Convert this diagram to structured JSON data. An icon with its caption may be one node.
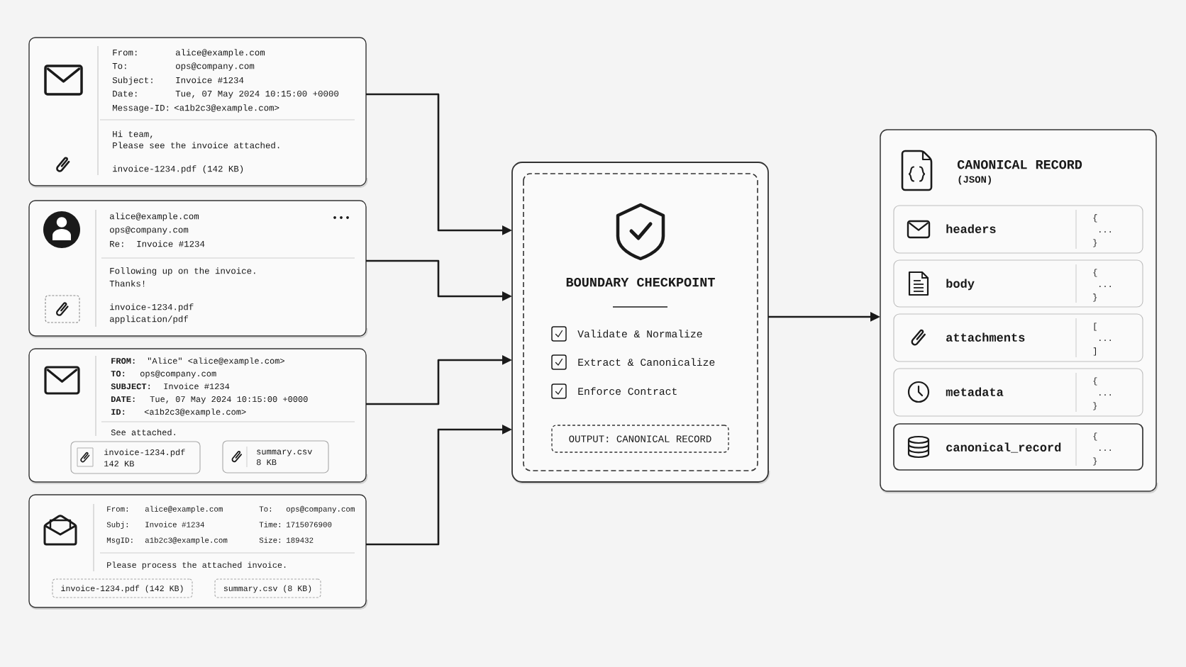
{
  "diagram": {
    "nodes": [
      {
        "text": [
          "From:",
          "alice@example.com",
          "To:",
          "ops@company.com",
          "Subject:",
          "Invoice #1234",
          "Date:",
          "Tue, 07 May 2024 10:15:00 +0000",
          "Message-ID:",
          "<a1b2c3@example.com>",
          "Hi team,",
          "Please see the invoice attached.",
          "invoice-1234.pdf (142 KB)"
        ]
      },
      {
        "text": [
          "alice@example.com",
          "ops@company.com",
          "Re:",
          "Invoice #1234",
          "Following up on the invoice.",
          "Thanks!",
          "invoice-1234.pdf",
          "application/pdf"
        ]
      },
      {
        "text": [
          "FROM:",
          "\"Alice\" <alice@example.com>",
          "TO:",
          "ops@company.com",
          "SUBJECT:",
          "Invoice #1234",
          "DATE:",
          "Tue, 07 May 2024 10:15:00 +0000",
          "ID:",
          "<a1b2c3@example.com>",
          "See attached."
        ]
      },
      {
        "text": [
          "invoice-1234.pdf",
          "142 KB"
        ],
        "in": 2
      },
      {
        "text": [
          "summary.csv",
          "8 KB"
        ],
        "in": 2
      },
      {
        "text": [
          "From:",
          "alice@example.com",
          "To:",
          "ops@company.com",
          "Subj:",
          "Invoice #1234",
          "Time:",
          "1715076900",
          "MsgID:",
          "a1b2c3@example.com",
          "Size:",
          "189432",
          "Please process the attached invoice."
        ]
      },
      {
        "text": [
          "invoice-1234.pdf (142 KB)"
        ],
        "in": 5
      },
      {
        "text": [
          "summary.csv (8 KB)"
        ],
        "in": 5
      },
      {
        "text": [
          "BOUNDARY CHECKPOINT",
          "Validate & Normalize",
          "Extract & Canonicalize",
          "Enforce Contract"
        ]
      },
      {
        "text": [
          "OUTPUT: CANONICAL RECORD"
        ],
        "in": 8
      },
      {
        "text": [
          "CANONICAL RECORD",
          "(JSON)"
        ]
      },
      {
        "text": [
          "headers",
          "{",
          "...",
          "}"
        ],
        "in": 10
      },
      {
        "text": [
          "body",
          "{",
          "...",
          "}"
        ],
        "in": 10
      },
      {
        "text": [
          "attachments",
          "[",
          "...",
          "]"
        ],
        "in": 10
      },
      {
        "text": [
          "metadata",
          "{",
          "...",
          "}"
        ],
        "in": 10
      },
      {
        "text": [
          "canonical_record",
          "{",
          "...",
          "}"
        ],
        "in": 10
      }
    ],
    "edges": [
      {
        "from": 0,
        "to": 8,
        "arrow": "to"
      },
      {
        "from": 1,
        "to": 8,
        "arrow": "to"
      },
      {
        "from": 2,
        "to": 8,
        "arrow": "to"
      },
      {
        "from": 5,
        "to": 8,
        "arrow": "to"
      },
      {
        "from": 8,
        "to": 10,
        "arrow": "to"
      }
    ]
  }
}
